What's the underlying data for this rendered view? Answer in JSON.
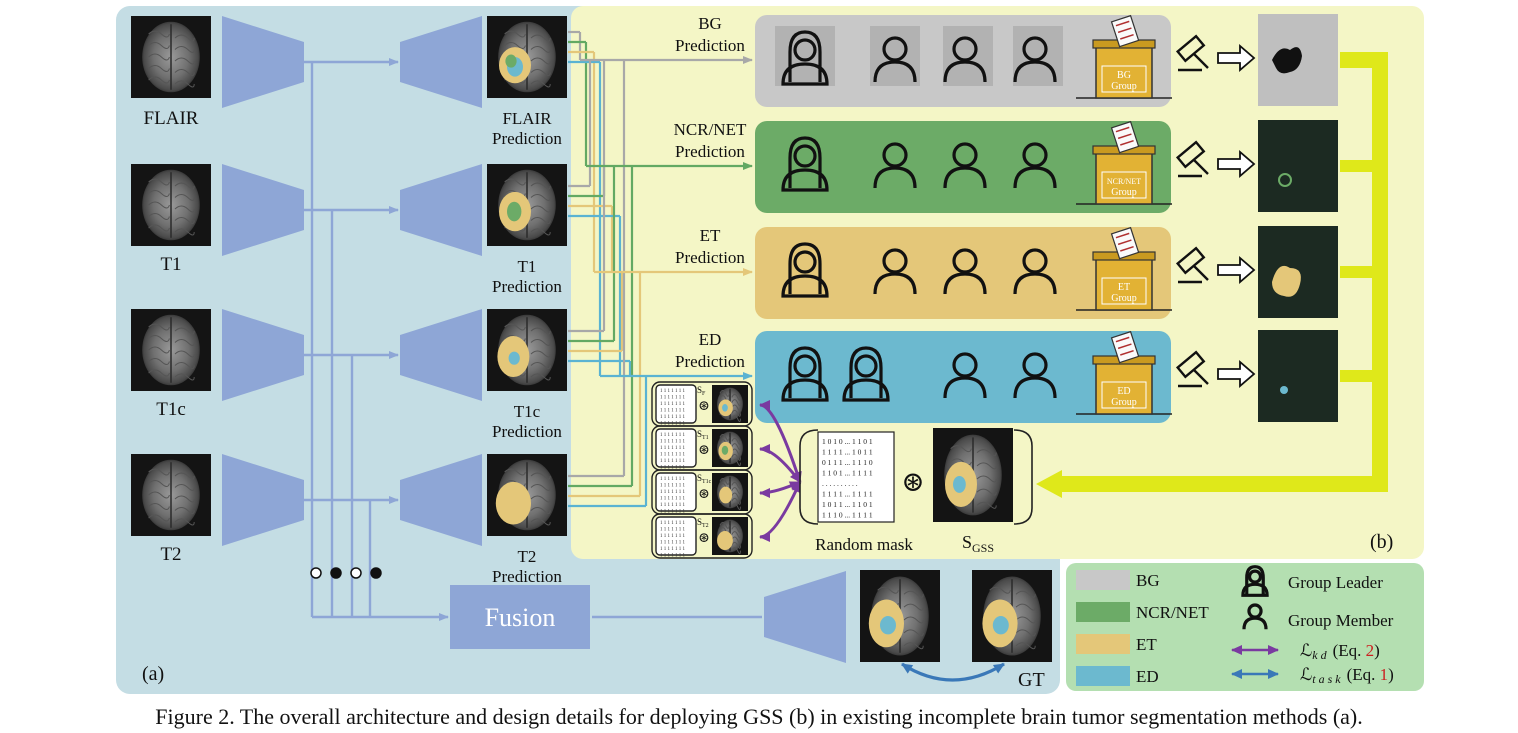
{
  "panel_a_label": "(a)",
  "panel_b_label": "(b)",
  "modalities": [
    {
      "name": "FLAIR",
      "prediction": [
        "FLAIR",
        "Prediction"
      ]
    },
    {
      "name": "T1",
      "prediction": [
        "T1",
        "Prediction"
      ]
    },
    {
      "name": "T1c",
      "prediction": [
        "T1c",
        "Prediction"
      ]
    },
    {
      "name": "T2",
      "prediction": [
        "T2",
        "Prediction"
      ]
    }
  ],
  "fusion_label": "Fusion",
  "gt_label": "GT",
  "groups": [
    {
      "key": "bg",
      "pred": [
        "BG",
        "Prediction"
      ],
      "box": [
        "BG",
        "Group"
      ],
      "fill": "#c8c8c8",
      "leaders": 1
    },
    {
      "key": "ncr",
      "pred": [
        "NCR/NET",
        "Prediction"
      ],
      "box": [
        "NCR/NET",
        "Group"
      ],
      "fill": "#6cab67",
      "leaders": 1
    },
    {
      "key": "et",
      "pred": [
        "ET",
        "Prediction"
      ],
      "box": [
        "ET",
        "Group"
      ],
      "fill": "#e4c779",
      "leaders": 1
    },
    {
      "key": "ed",
      "pred": [
        "ED",
        "Prediction"
      ],
      "box": [
        "ED",
        "Group"
      ],
      "fill": "#6cb9cf",
      "leaders": 2
    }
  ],
  "mask_subscripts": [
    "F",
    "T1",
    "T1c",
    "T2"
  ],
  "mask_prefix": "S",
  "random_mask_label": "Random mask",
  "gss_label": {
    "main": "S",
    "sub": "GSS"
  },
  "mask_rows": [
    "1 0 1 0 ... 1 1 0 1",
    "1 1 1 1 ... 1 0 1 1",
    "0 1 1 1 ... 1 1 1 0",
    "1 1 0 1 ... 1 1 1 1",
    ". . . . . . . . . .",
    "1 1 1 1 ... 1 1 1 1",
    "1 0 1 1 ... 1 1 0 1",
    "1 1 1 0 ... 1 1 1 1"
  ],
  "legend": {
    "classes": [
      {
        "label": "BG",
        "color": "#c8c8c8"
      },
      {
        "label": "NCR/NET",
        "color": "#6cab67"
      },
      {
        "label": "ET",
        "color": "#e4c779"
      },
      {
        "label": "ED",
        "color": "#6cb9cf"
      }
    ],
    "roles": [
      {
        "label": "Group Leader"
      },
      {
        "label": "Group Member"
      }
    ],
    "losses": [
      {
        "symbol": "ℒ",
        "sub": "kd",
        "eq_prefix": "(Eq. ",
        "eq_num": "2",
        "eq_suffix": ")",
        "color": "#7a3aa0"
      },
      {
        "symbol": "ℒ",
        "sub": "task",
        "eq_prefix": "(Eq. ",
        "eq_num": "1",
        "eq_suffix": ")",
        "color": "#3a78b8"
      }
    ]
  },
  "dots": [
    "○",
    "●",
    "○",
    "●"
  ],
  "colors": {
    "panel_a_bg": "#c4dde4",
    "panel_b_bg": "#f4f6c6",
    "legend_bg": "#b4dfb1",
    "encoder": "#8ea6d6",
    "flow_line": "#8ea6d6",
    "yellow_arrow": "#dfe81a",
    "eq_red": "#cc1f1f"
  },
  "caption": "Figure 2. The overall architecture and design details for deploying GSS (b) in existing incomplete brain tumor segmentation methods (a)."
}
